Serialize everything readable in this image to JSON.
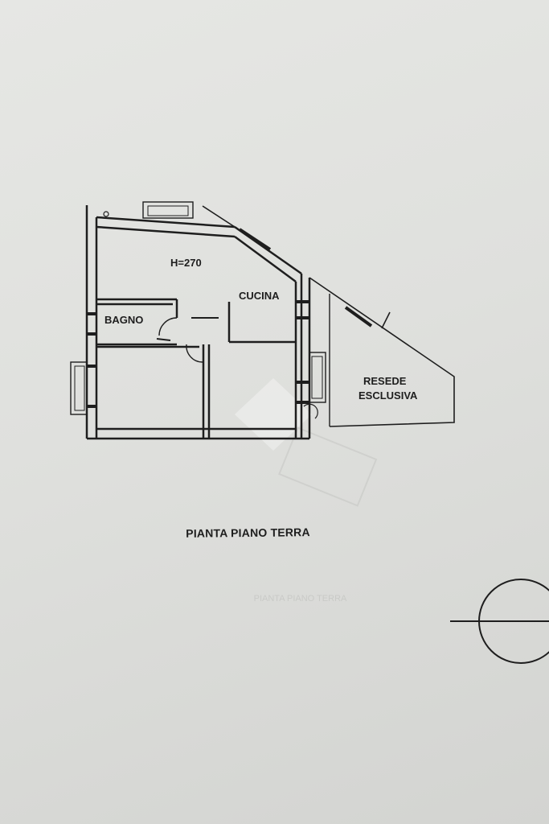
{
  "plan": {
    "rooms": {
      "height_label": "H=270",
      "kitchen": "CUCINA",
      "bathroom": "BAGNO",
      "yard_line1": "RESEDE",
      "yard_line2": "ESCLUSIVA"
    },
    "caption": "PIANTA PIANO TERRA",
    "ghost_caption": "PIANTA PIANO TERRA"
  },
  "colors": {
    "paper": "#e2e3e0",
    "ink": "#1e1e1e"
  }
}
